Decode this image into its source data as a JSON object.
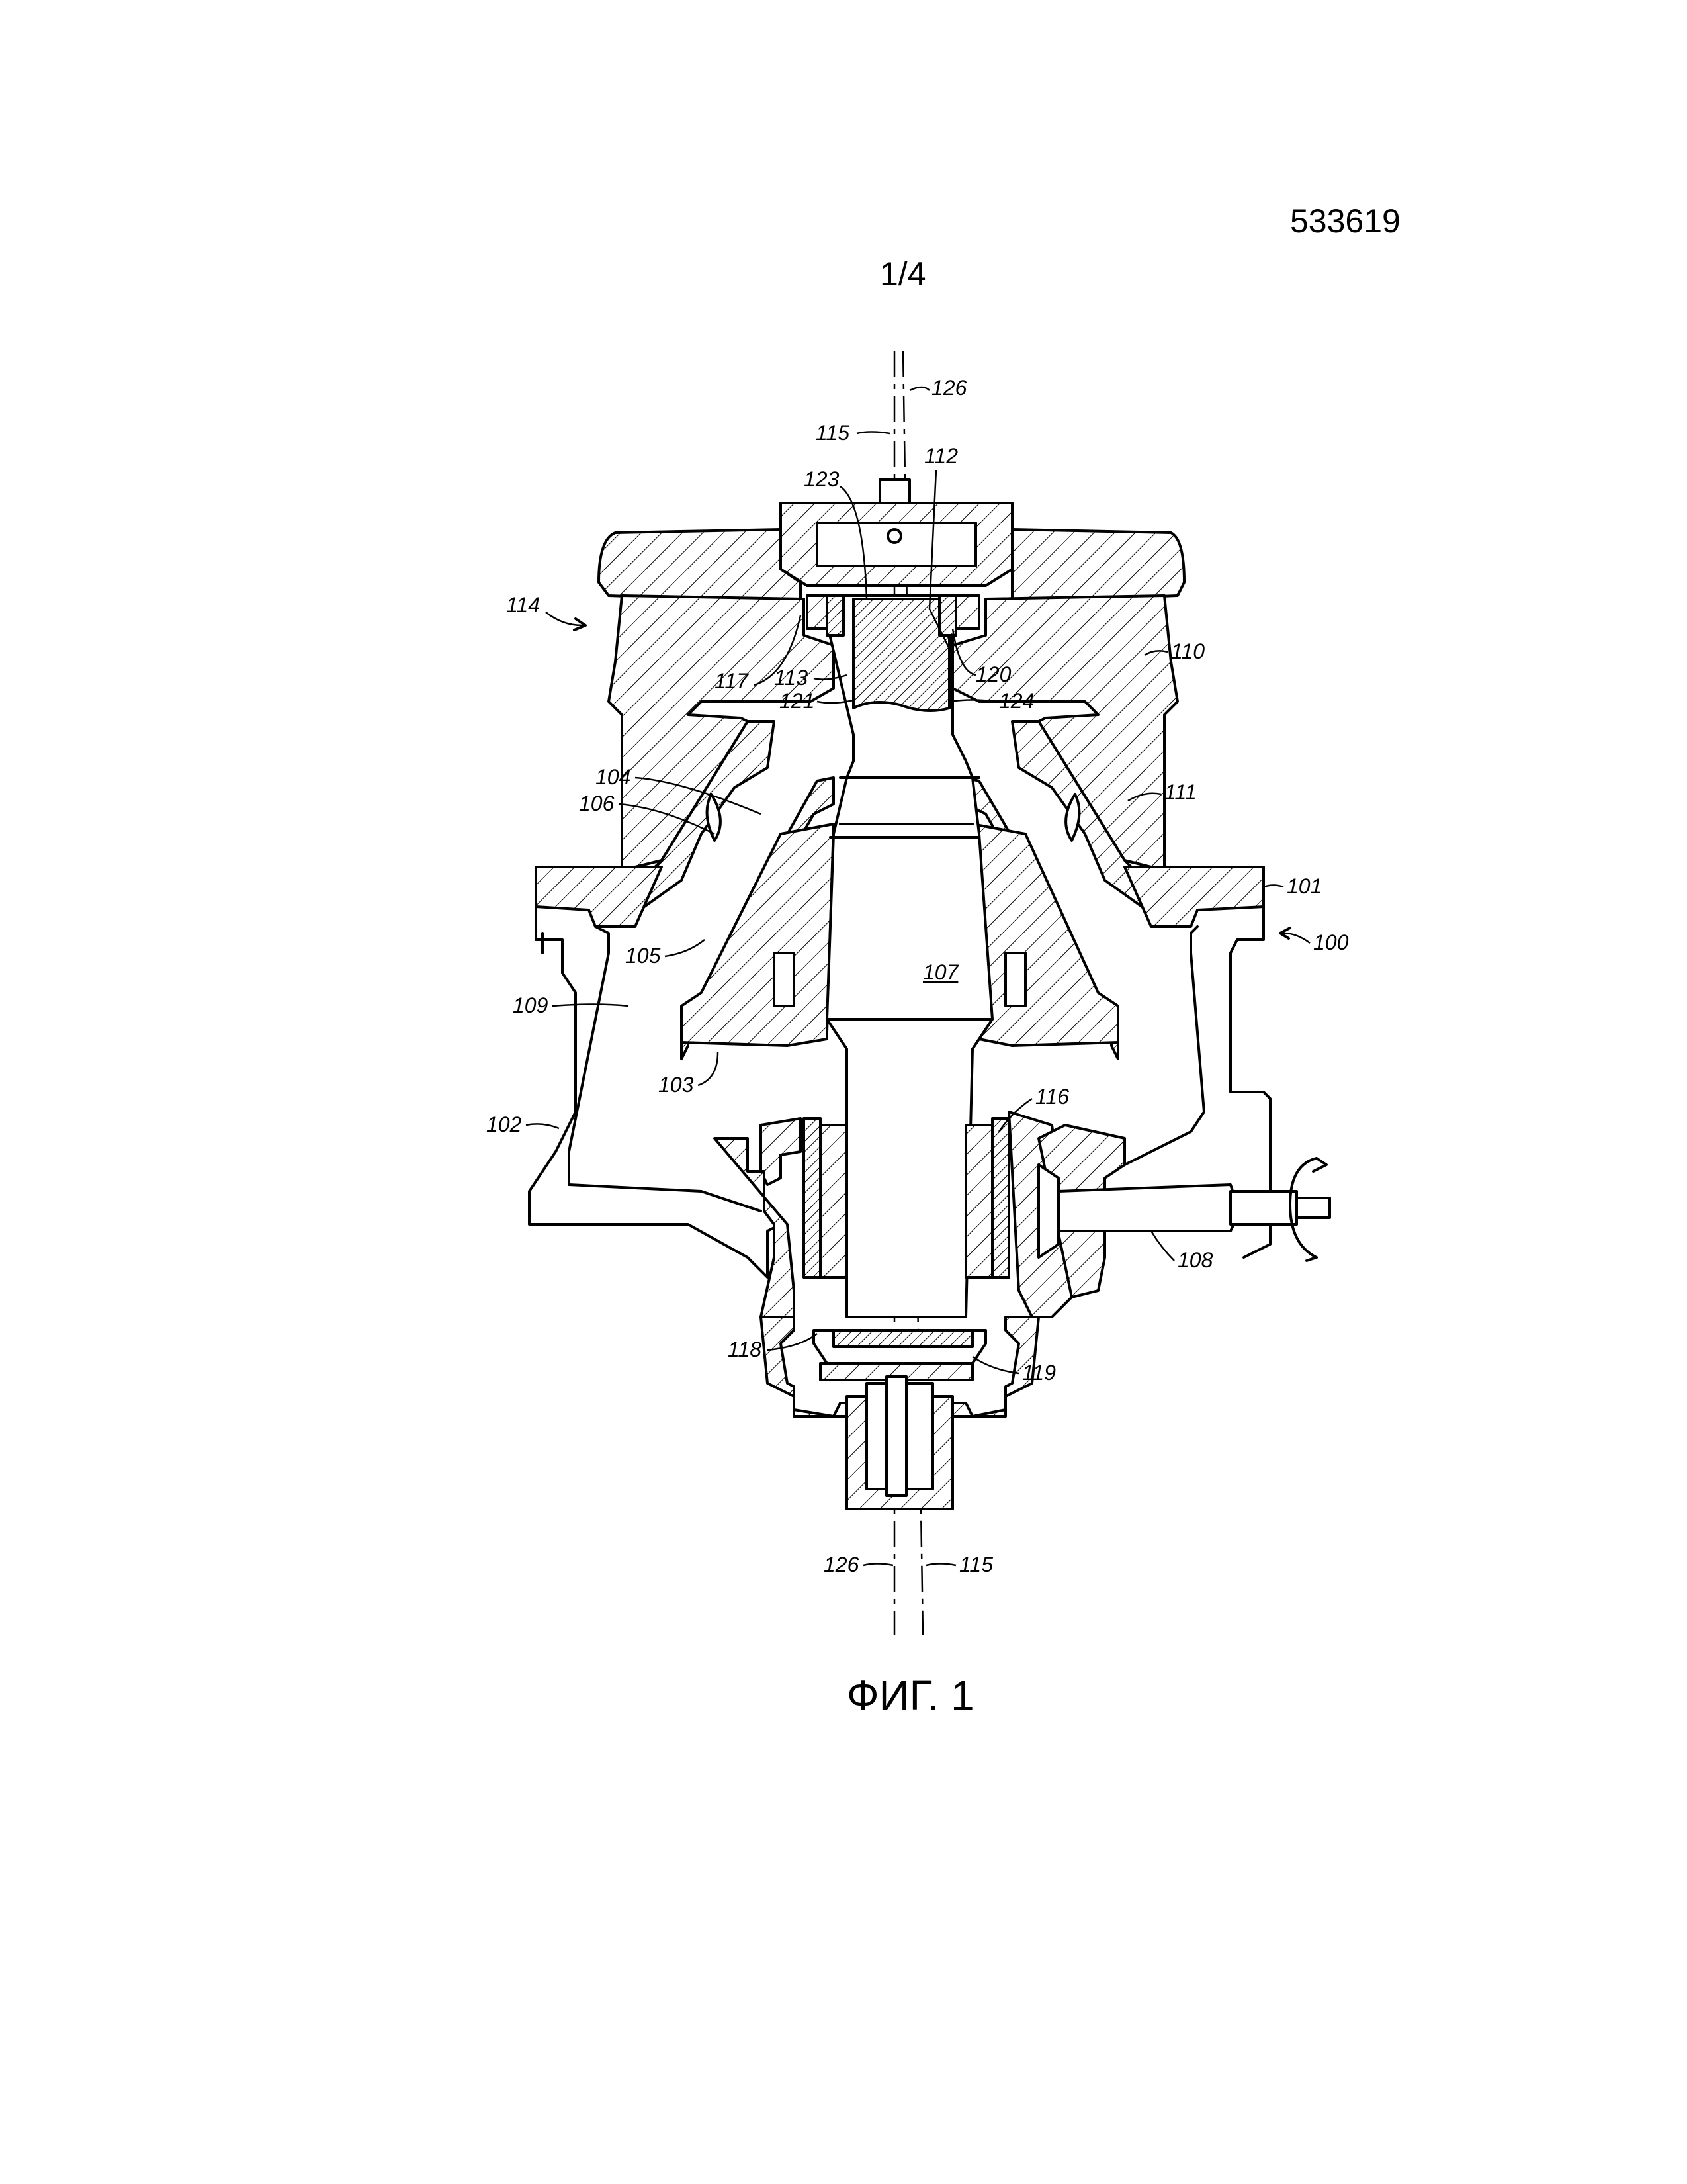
{
  "header": {
    "document_number": "533619",
    "sheet": "1/4"
  },
  "figure": {
    "caption": "ФИГ. 1"
  },
  "reference_numerals": {
    "n100": "100",
    "n101": "101",
    "n102": "102",
    "n103": "103",
    "n104": "104",
    "n105": "105",
    "n106": "106",
    "n107": "107",
    "n108": "108",
    "n109": "109",
    "n110": "110",
    "n111": "111",
    "n112": "112",
    "n113": "113",
    "n114": "114",
    "n115_top": "115",
    "n115_bottom": "115",
    "n116": "116",
    "n117": "117",
    "n118": "118",
    "n119": "119",
    "n120": "120",
    "n121": "121",
    "n123": "123",
    "n124": "124",
    "n126_top": "126",
    "n126_bottom": "126"
  }
}
